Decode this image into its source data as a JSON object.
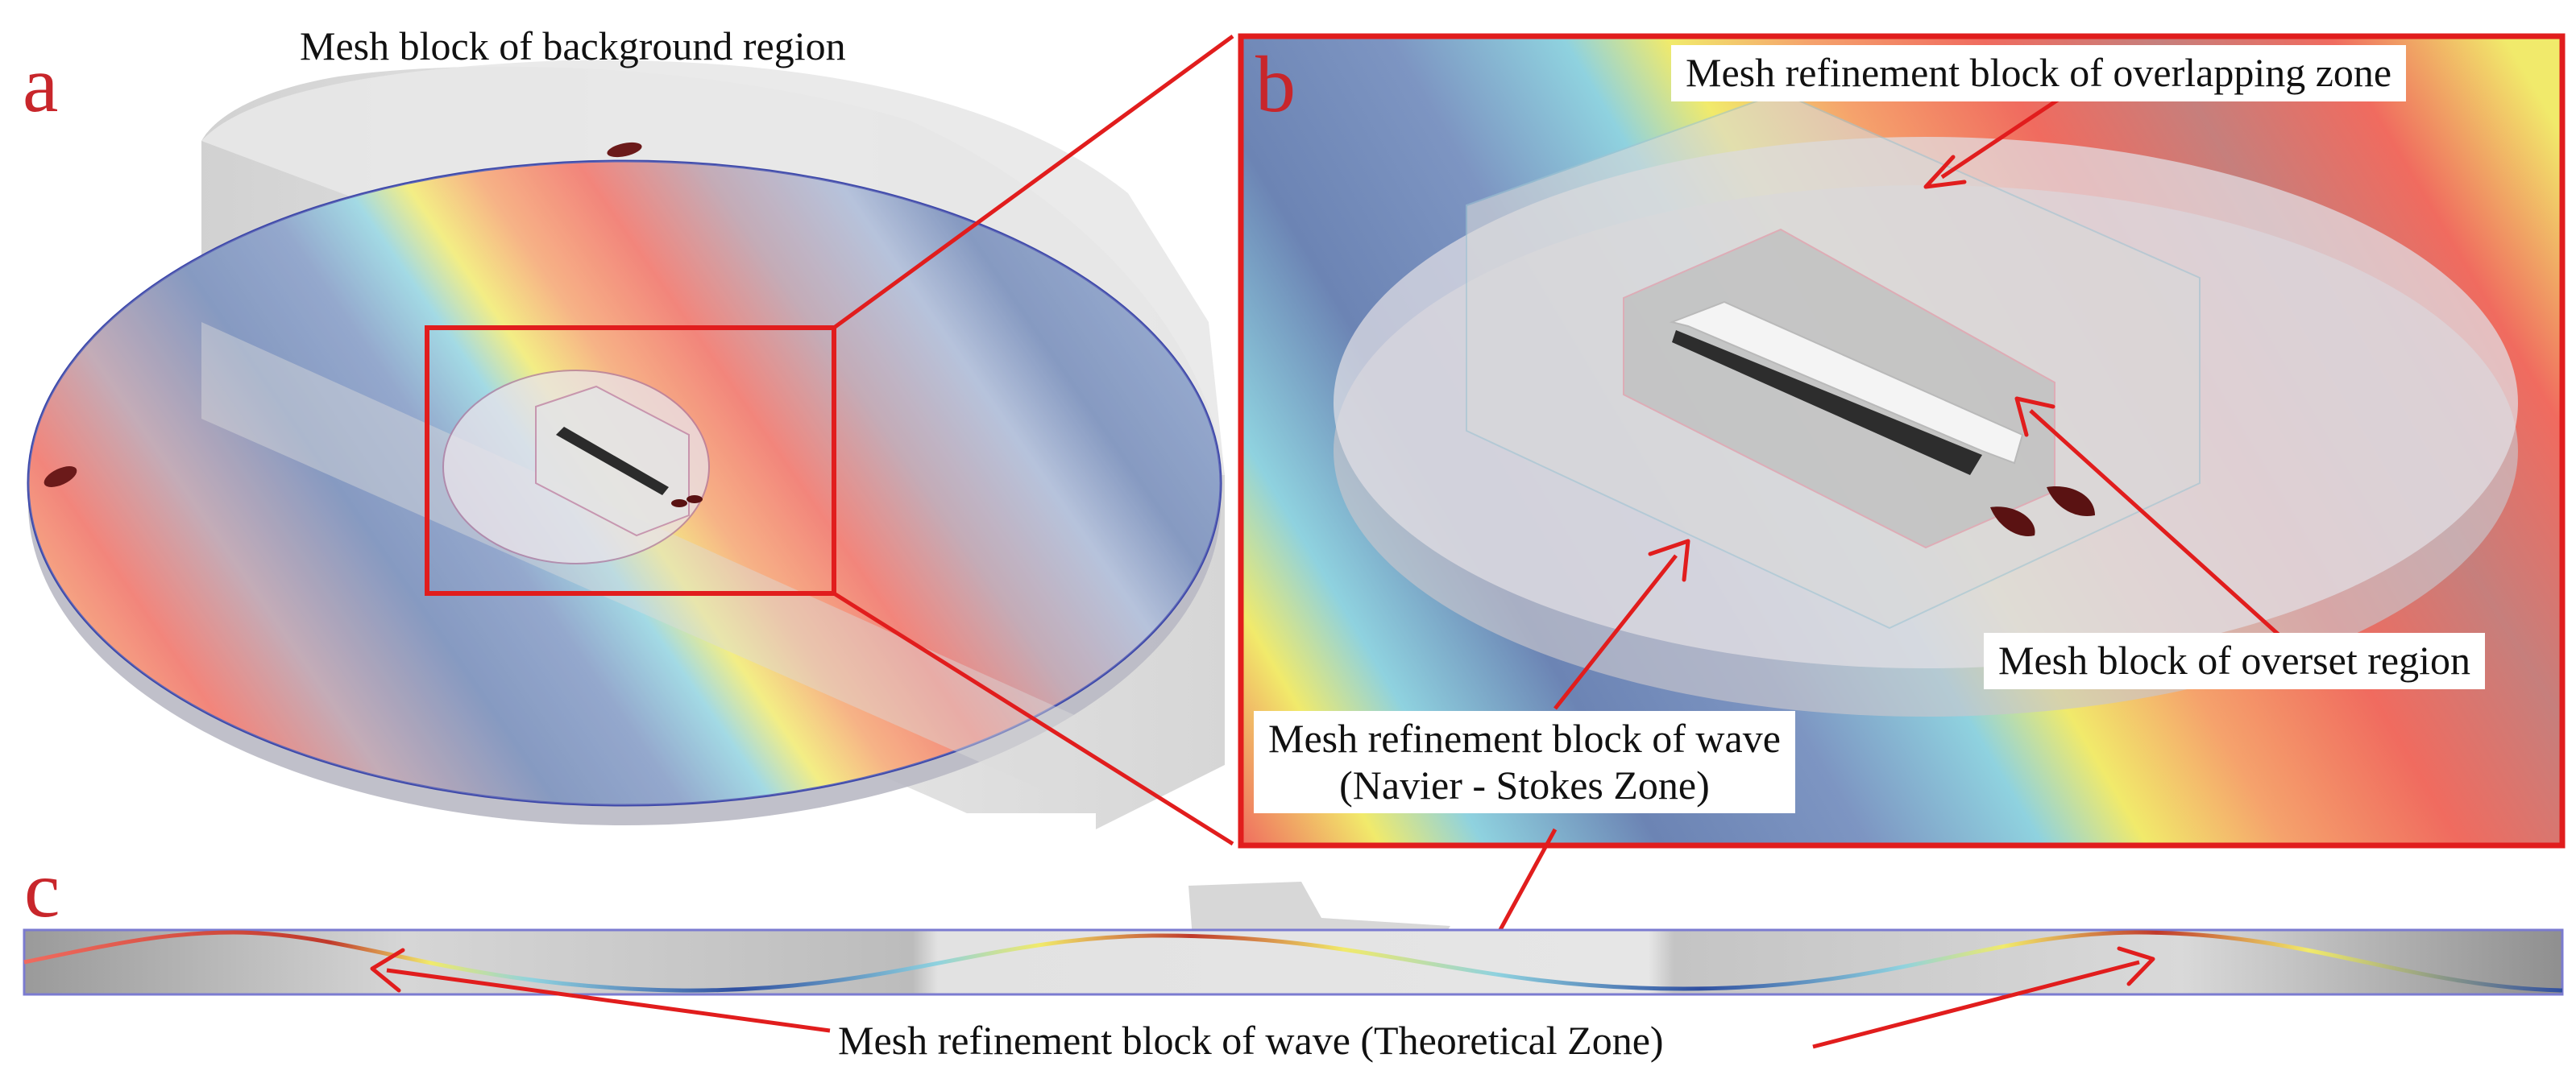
{
  "panels": {
    "a": "a",
    "b": "b",
    "c": "c"
  },
  "labels": {
    "background_region": "Mesh block of background region",
    "overlapping_zone": "Mesh refinement block of overlapping zone",
    "overset_region": "Mesh block of overset region",
    "wave_ns_line1": "Mesh refinement block of wave",
    "wave_ns_line2": "(Navier - Stokes Zone)",
    "wave_theoretical": "Mesh refinement block of wave (Theoretical Zone)"
  },
  "colors": {
    "accent_red": "#e11d1d",
    "letter_red": "#c8262b",
    "wave_blue": "#6f88b8",
    "wave_red": "#f06a5e",
    "wave_yellow": "#f2e96a",
    "wave_cyan": "#8fd3e0",
    "block_grey": "#d9d9d9"
  }
}
